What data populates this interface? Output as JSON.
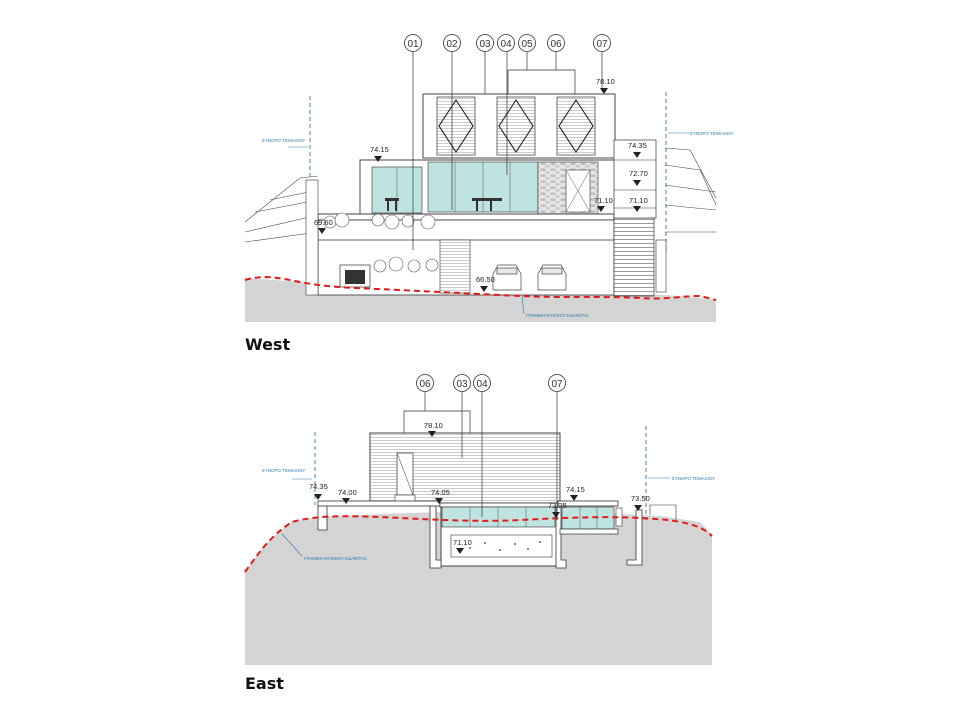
{
  "views": [
    {
      "title": "West",
      "callouts": [
        "01",
        "02",
        "03",
        "04",
        "05",
        "06",
        "07"
      ],
      "levels": [
        "78.10",
        "74.15",
        "74.35",
        "72.70",
        "71.10",
        "71.10",
        "69.60",
        "66.50"
      ],
      "notes": {
        "property_line_left": "ΣΥΝΟΡΟ ΤΕΜΑΧΙΟΥ",
        "property_line_right": "ΣΥΝΟΡΟ ΤΕΜΑΧΙΟΥ",
        "natural_ground": "ΓΡΑΜΜΗ ΦΥΣΙΚΟΥ ΕΔΑΦΟΥΣ"
      }
    },
    {
      "title": "East",
      "callouts": [
        "06",
        "03",
        "04",
        "07"
      ],
      "levels": [
        "78.10",
        "74.35",
        "74.00",
        "74.05",
        "74.15",
        "73.25",
        "73.50",
        "71.10"
      ],
      "notes": {
        "property_line_left": "ΣΥΝΟΡΟ ΤΕΜΑΧΙΟΥ",
        "property_line_right": "ΣΥΝΟΡΟ ΤΕΜΑΧΙΟΥ",
        "natural_ground": "ΓΡΑΜΜΗ ΦΥΣΙΚΟΥ ΕΔΑΦΟΥΣ"
      }
    }
  ],
  "colors": {
    "ground": "#d4d4d4",
    "glass": "#bfe3e1",
    "terrain_line": "#e01b1b",
    "annotation": "#2a7ab0",
    "line": "#333333"
  }
}
